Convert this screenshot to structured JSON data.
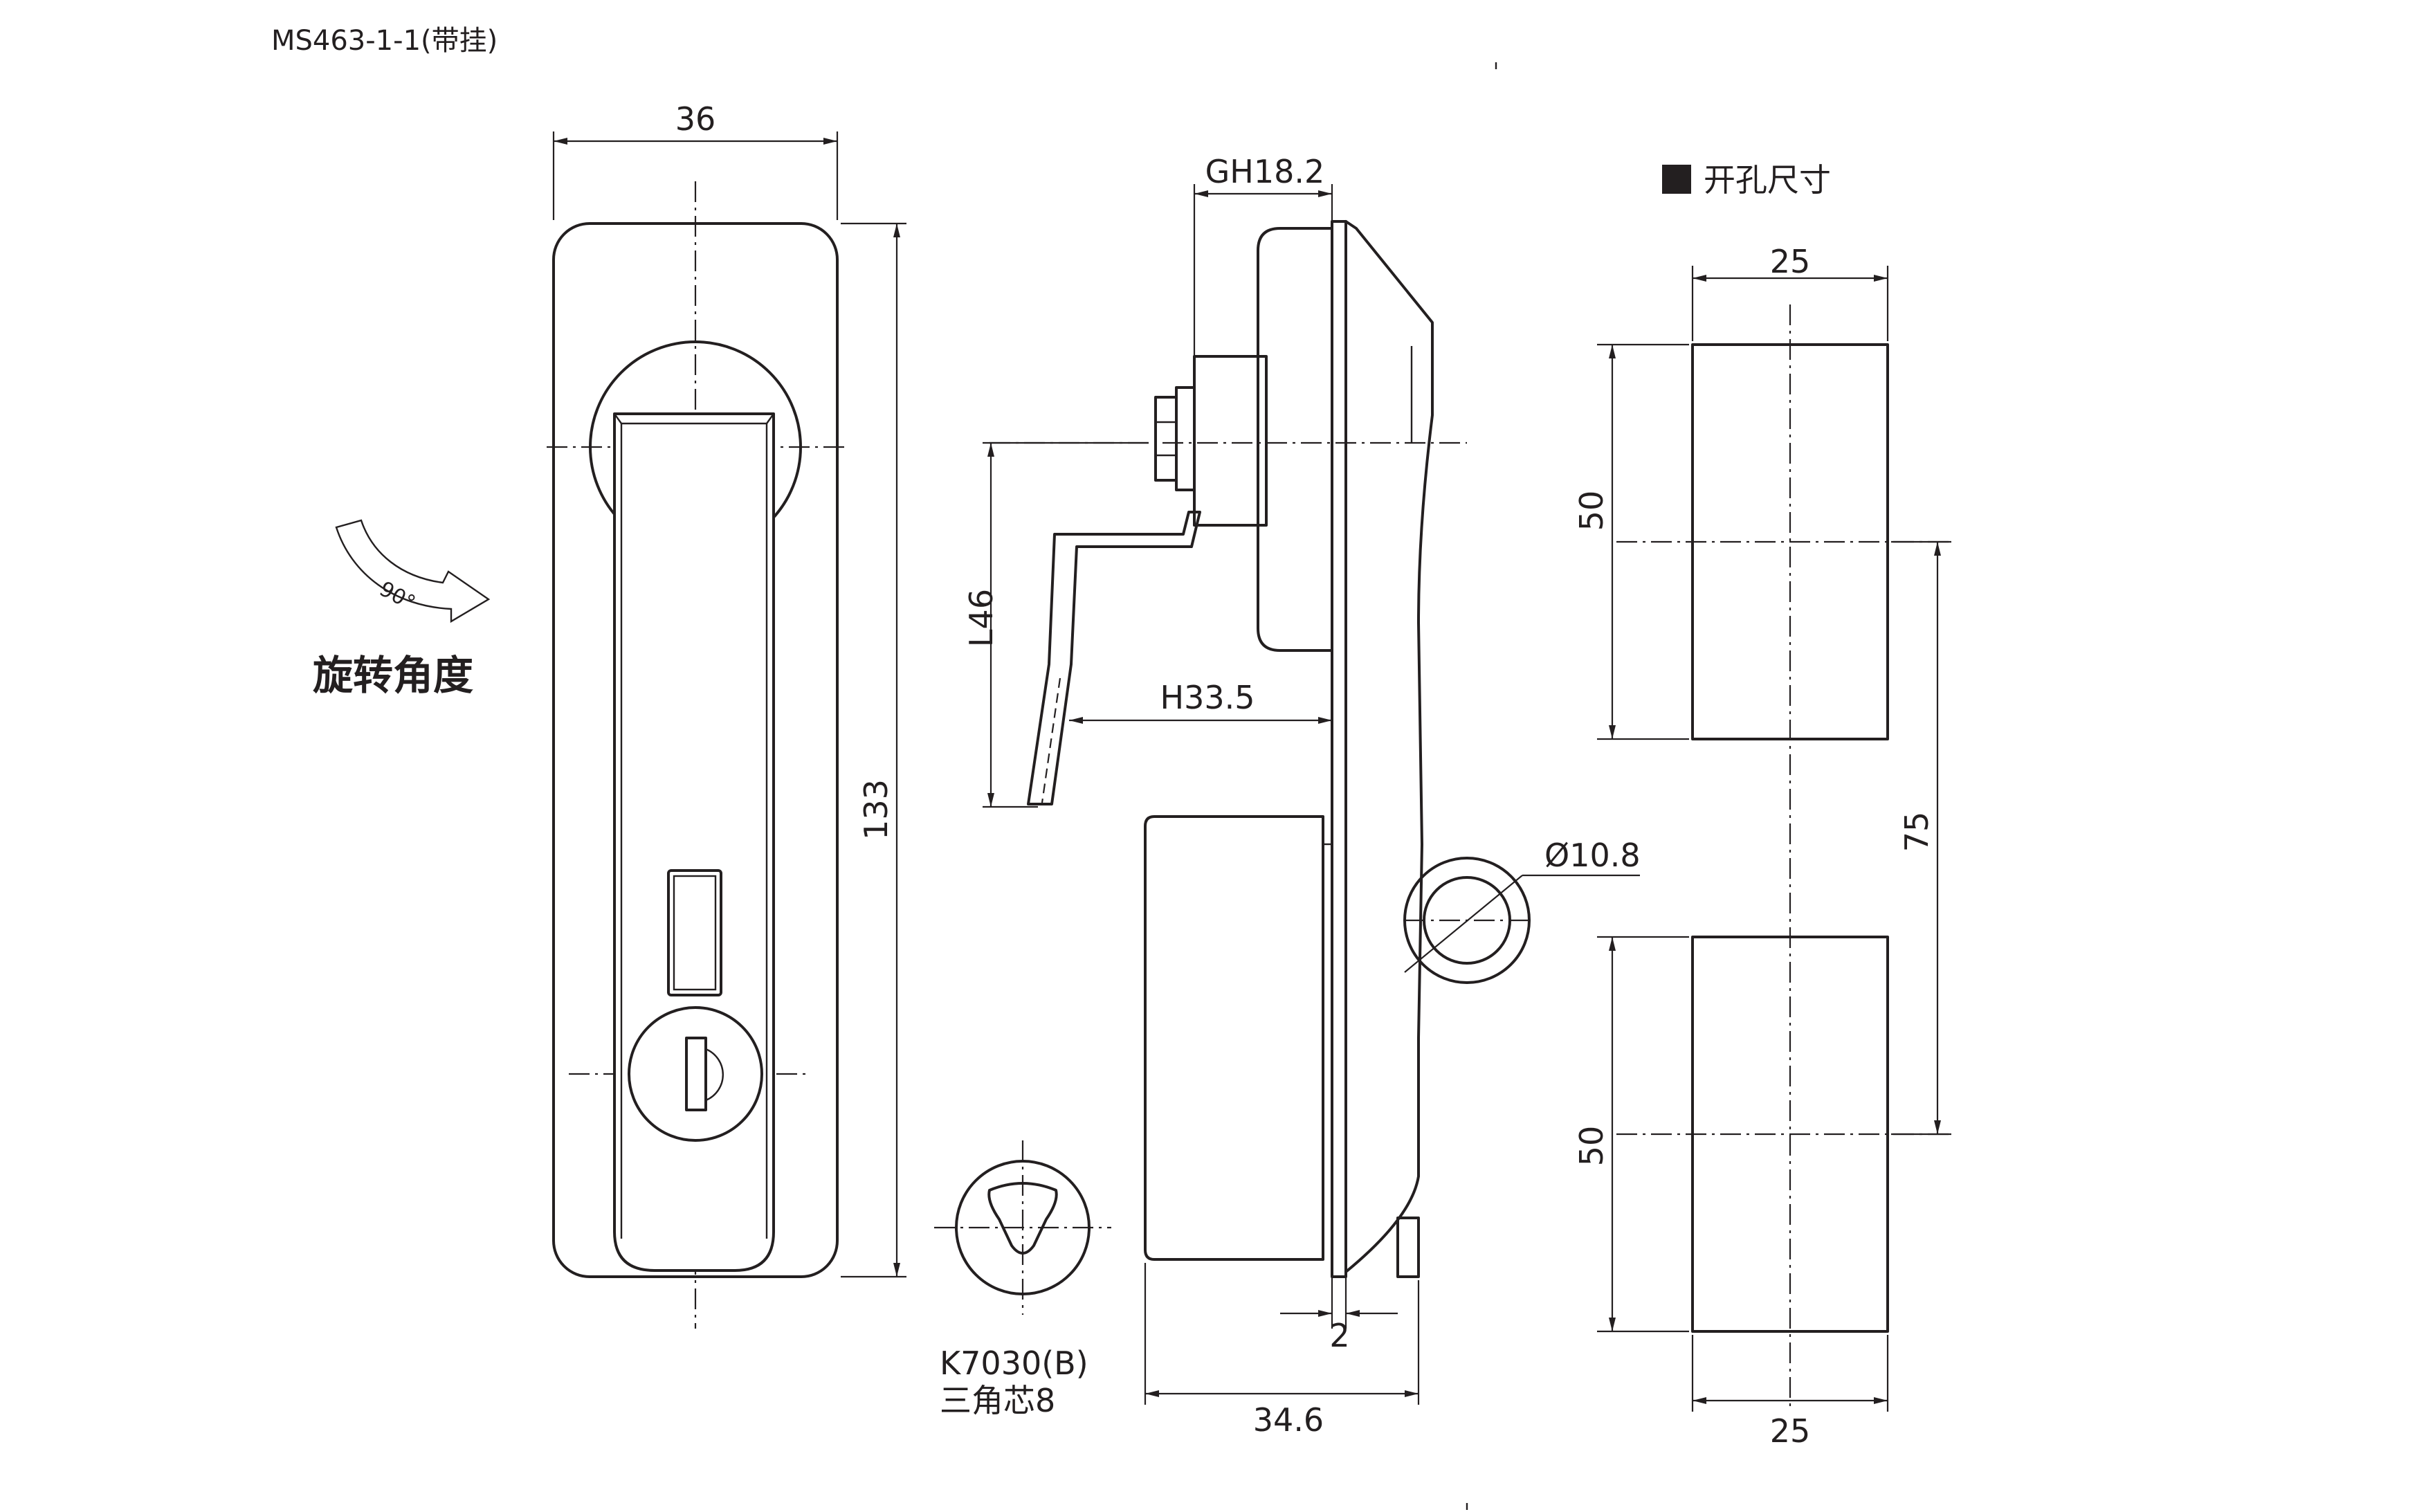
{
  "title": "MS463-1-1(带挂)",
  "rotation": {
    "angle_label": "90°",
    "caption": "旋转角度"
  },
  "front_view": {
    "width_label": "36",
    "height_label": "133"
  },
  "side_view": {
    "gh_label": "GH18.2",
    "l_label": "L46",
    "h_label": "H33.5",
    "dia_label": "Ø10.8",
    "thickness_label": "2",
    "depth_label": "34.6"
  },
  "key_core": {
    "model": "K7030(B)",
    "desc": "三角芯8"
  },
  "cutout": {
    "heading": "开孔尺寸",
    "top_width": "25",
    "top_height": "50",
    "spacing": "75",
    "bottom_height": "50",
    "bottom_width": "25"
  }
}
